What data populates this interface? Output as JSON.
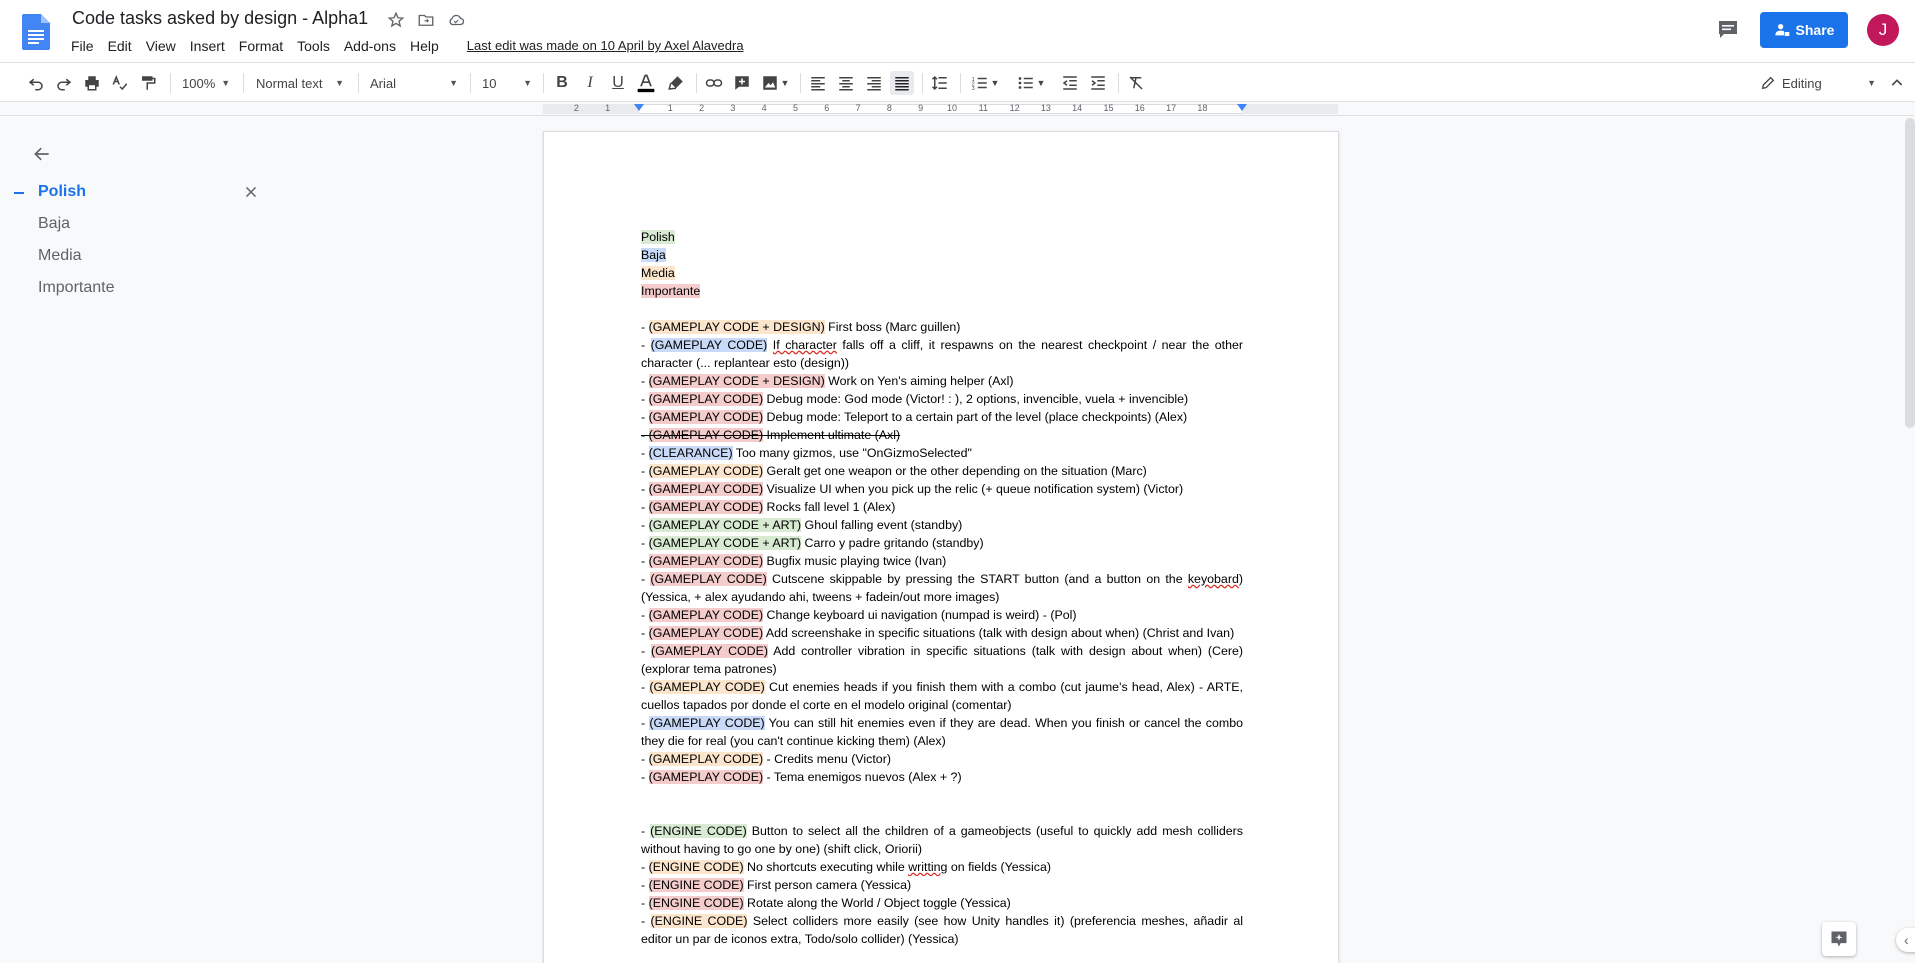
{
  "header": {
    "title": "Code tasks asked by design - Alpha1",
    "menu": [
      "File",
      "Edit",
      "View",
      "Insert",
      "Format",
      "Tools",
      "Add-ons",
      "Help"
    ],
    "last_edit": "Last edit was made on 10 April by Axel Alavedra",
    "share_label": "Share",
    "avatar_initial": "J"
  },
  "toolbar": {
    "zoom": "100%",
    "style": "Normal text",
    "font": "Arial",
    "font_size": "10",
    "mode": "Editing"
  },
  "ruler": {
    "numbers": [
      "2",
      "1",
      "1",
      "2",
      "3",
      "4",
      "5",
      "6",
      "7",
      "8",
      "9",
      "10",
      "11",
      "12",
      "13",
      "14",
      "15",
      "16",
      "17",
      "18"
    ]
  },
  "outline": {
    "items": [
      "Polish",
      "Baja",
      "Media",
      "Importante"
    ]
  },
  "colors": {
    "accent": "#1a73e8",
    "hl_green": "#d9ead3",
    "hl_blue": "#c9daf8",
    "hl_orange": "#fce5cd",
    "hl_red": "#f4cccc"
  },
  "doc": {
    "legend": [
      "Polish",
      "Baja",
      "Media",
      "Importante"
    ],
    "l1_tag": "(GAMEPLAY CODE + DESIGN)",
    "l1_text": " First boss (Marc guillen)",
    "l2_tag": "(GAMEPLAY CODE)",
    "l2_u": "If character",
    "l2_text": " falls off a cliff, it respawns on the nearest checkpoint / near the other character (... replantear esto (design))",
    "l3_tag": "(GAMEPLAY CODE + DESIGN)",
    "l3_text": " Work on Yen's aiming helper (Axl)",
    "l4_tag": "(GAMEPLAY CODE)",
    "l4_text": " Debug mode: God mode (Victor! : ), 2 options, invencible, vuela + invencible)",
    "l5_tag": "(GAMEPLAY CODE)",
    "l5_text": " Debug mode: Teleport to a certain part of the level (place checkpoints) (Alex)",
    "l6_tag": "(GAMEPLAY CODE)",
    "l6_text": " Implement ultimate (Axl)",
    "l7_tag": "(CLEARANCE)",
    "l7_text": " Too many gizmos, use \"OnGizmoSelected\"",
    "l8_tag": "(GAMEPLAY CODE)",
    "l8_text": " Geralt get one weapon or the other depending on the situation (Marc)",
    "l9_tag": "(GAMEPLAY CODE)",
    "l9_text": " Visualize UI when you pick up the relic (+ queue notification system) (Victor)",
    "l10_tag": "(GAMEPLAY CODE)",
    "l10_text": " Rocks fall level 1 (Alex)",
    "l11_tag": "(GAMEPLAY CODE + ART)",
    "l11_text": " Ghoul falling event (standby)",
    "l12_tag": "(GAMEPLAY CODE + ART)",
    "l12_text": " Carro y padre gritando (standby)",
    "l13_tag": "(GAMEPLAY CODE)",
    "l13_text": " Bugfix music playing twice (Ivan)",
    "l14_tag": "(GAMEPLAY CODE)",
    "l14_text": " Cutscene skippable by pressing the START button (and a button on the ",
    "l14_sq": "keyobard",
    "l14_text2": ") (Yessica, + alex ayudando ahi, tweens + fadein/out more images)",
    "l15_tag": "(GAMEPLAY CODE)",
    "l15_text": " Change keyboard ui navigation (numpad is weird) - (Pol)",
    "l16_tag": "(GAMEPLAY CODE)",
    "l16_text": " Add screenshake in specific situations (talk with design about when) (Christ and Ivan)",
    "l17_tag": "(GAMEPLAY CODE)",
    "l17_text": " Add controller vibration in specific situations (talk with design about when) (Cere) (explorar tema patrones)",
    "l18_tag": "(GAMEPLAY CODE)",
    "l18_text": " Cut enemies heads if you finish them with a combo (cut jaume's head, Alex) - ARTE, cuellos tapados por donde el corte en el modelo original (comentar)",
    "l19_tag": "(GAMEPLAY CODE)",
    "l19_text": " You can still hit enemies even if they are dead. When you finish or cancel the combo they die for real (you can't continue kicking them) (Alex)",
    "l20_tag": "(GAMEPLAY CODE)",
    "l20_text": " - Credits menu (Victor)",
    "l21_tag": "(GAMEPLAY CODE)",
    "l21_text": " - Tema enemigos nuevos (Alex + ?)",
    "e1_tag": "(ENGINE CODE)",
    "e1_text": " Button to select all the children of a gameobjects (useful to quickly add mesh colliders without having to go one by one) (shift click, Oriorii)",
    "e2_tag": "(ENGINE CODE)",
    "e2_text": " No shortcuts executing while ",
    "e2_sq": "writting",
    "e2_text2": " on fields (Yessica)",
    "e3_tag": "(ENGINE CODE)",
    "e3_text": " First person camera (Yessica)",
    "e4_tag": "(ENGINE CODE)",
    "e4_text": " Rotate along the World / Object toggle (Yessica)",
    "e5_tag": "(ENGINE CODE)",
    "e5_text": " Select colliders more easily (see how Unity handles it) (preferencia meshes, añadir al editor un par de iconos extra, Todo/solo collider) (Yessica)"
  }
}
